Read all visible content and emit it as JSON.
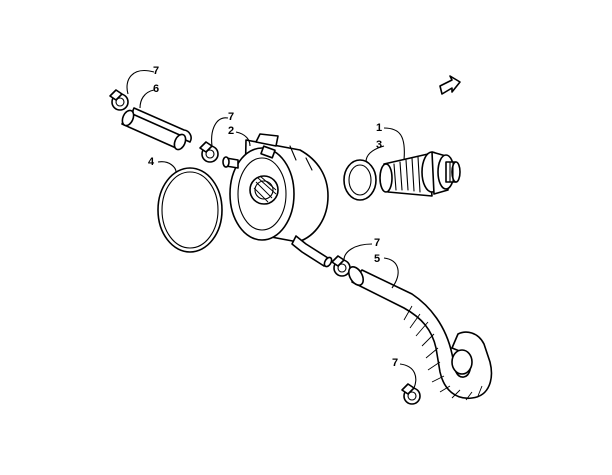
{
  "callouts": [
    {
      "id": "c1",
      "label": "1"
    },
    {
      "id": "c2",
      "label": "2"
    },
    {
      "id": "c3",
      "label": "3"
    },
    {
      "id": "c4",
      "label": "4"
    },
    {
      "id": "c5",
      "label": "5"
    },
    {
      "id": "c6",
      "label": "6"
    },
    {
      "id": "c7a",
      "label": "7"
    },
    {
      "id": "c7b",
      "label": "7"
    },
    {
      "id": "c7c",
      "label": "7"
    },
    {
      "id": "c7d",
      "label": "7"
    }
  ],
  "icons": {
    "direction_marker": "arrow-icon"
  }
}
